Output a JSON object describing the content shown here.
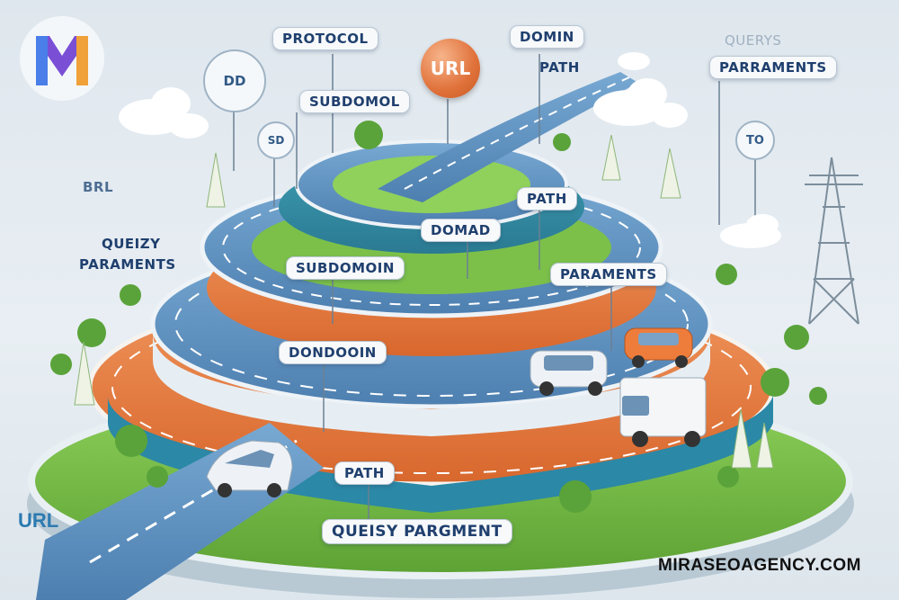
{
  "labels": {
    "protocol": "PROTOCOL",
    "url": "URL",
    "domin": "DOMIN",
    "path_top": "PATH",
    "querys_faded": "QUERYS",
    "parraments": "PARRAMENTS",
    "subdomol": "SUBDOMOL",
    "dd": "DD",
    "sd": "SD",
    "to": "TO",
    "brl": "BRL",
    "queizy": "QUEIZY",
    "paraments_left": "PARAMENTS",
    "path_mid": "PATH",
    "domad": "DOMAD",
    "subdomoin": "SUBDOMOIN",
    "paraments_right": "PARAMENTS",
    "dondooin": "DONDOOIN",
    "path_bottom": "PATH",
    "queisy_pargment": "QUEISY PARGMENT",
    "url_corner": "URL"
  },
  "footer": {
    "site": "MIRASEOAGENCY.COM"
  },
  "logo": {
    "letter": "M"
  },
  "colors": {
    "road_blue": "#5f93c2",
    "road_orange": "#e88249",
    "grass": "#7cc04a",
    "label_text": "#1f3f6e",
    "accent_orange": "#e0713a"
  }
}
